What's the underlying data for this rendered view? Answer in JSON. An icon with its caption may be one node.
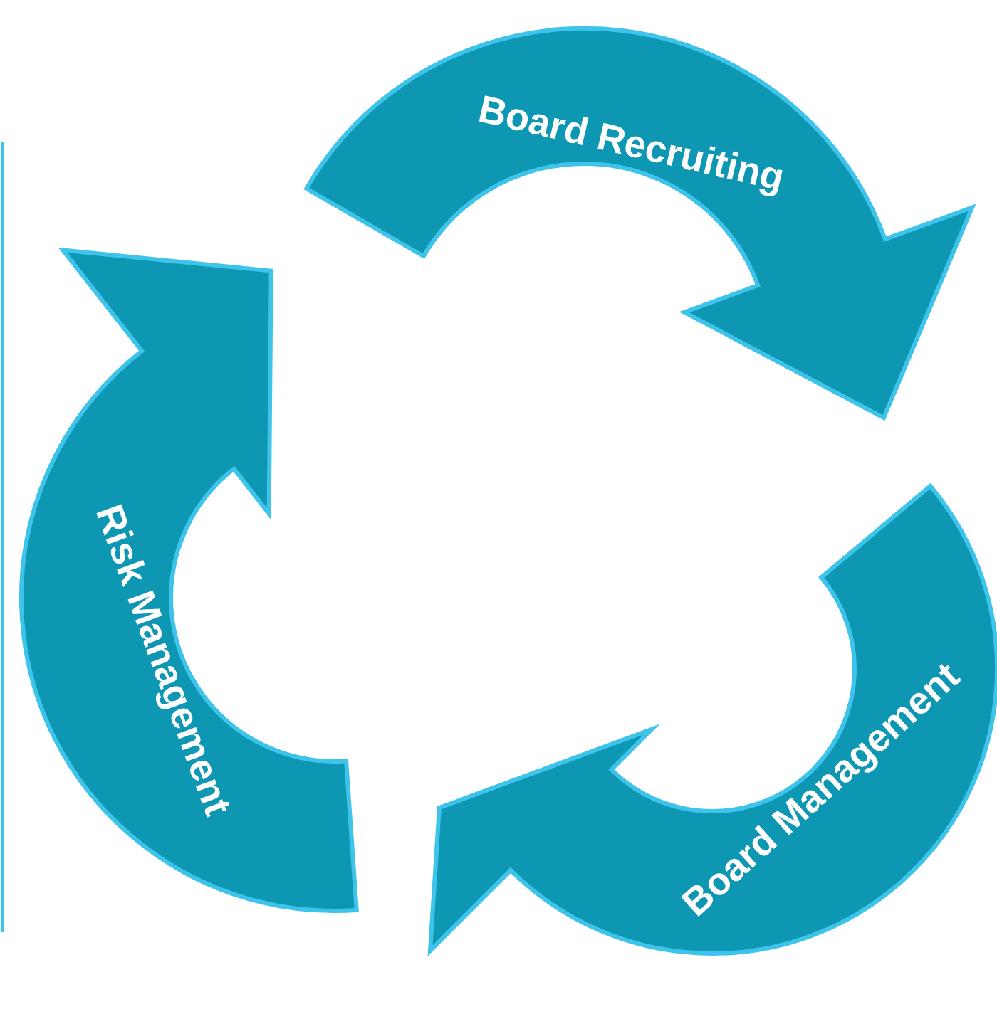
{
  "diagram": {
    "nodes": [
      {
        "text": [
          "Board Recruiting"
        ]
      },
      {
        "text": [
          "Board Management"
        ]
      },
      {
        "text": [
          "Risk Management"
        ]
      }
    ]
  }
}
